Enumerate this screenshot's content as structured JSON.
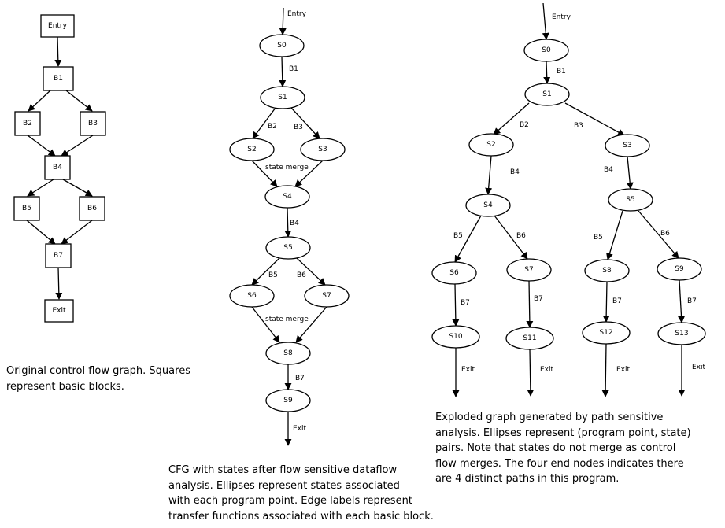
{
  "cfg": {
    "nodes": [
      "Entry",
      "B1",
      "B2",
      "B3",
      "B4",
      "B5",
      "B6",
      "B7",
      "Exit"
    ],
    "caption": "Original control flow graph. Squares\nrepresent basic blocks."
  },
  "dataflow": {
    "entry_label": "Entry",
    "nodes": [
      "S0",
      "S1",
      "S2",
      "S3",
      "S4",
      "S5",
      "S6",
      "S7",
      "S8",
      "S9"
    ],
    "edge_labels": [
      "B1",
      "B2",
      "B3",
      "B4",
      "B5",
      "B6",
      "B7"
    ],
    "merge_label": "state merge",
    "exit_label": "Exit",
    "caption": "CFG with states after flow sensitive dataflow\nanalysis. Ellipses represent states associated\nwith each program point. Edge labels represent\ntransfer functions associated with each basic block."
  },
  "exploded": {
    "entry_label": "Entry",
    "nodes": [
      "S0",
      "S1",
      "S2",
      "S3",
      "S4",
      "S5",
      "S6",
      "S7",
      "S8",
      "S9",
      "S10",
      "S11",
      "S12",
      "S13"
    ],
    "edge_labels": [
      "B1",
      "B2",
      "B3",
      "B4",
      "B5",
      "B6",
      "B7"
    ],
    "exit_label": "Exit",
    "caption": "Exploded graph generated by path sensitive\nanalysis. Ellipses represent (program point, state)\npairs. Note that states do not merge as control\nflow merges. The four end nodes indicates there\nare 4 distinct paths in this program."
  }
}
